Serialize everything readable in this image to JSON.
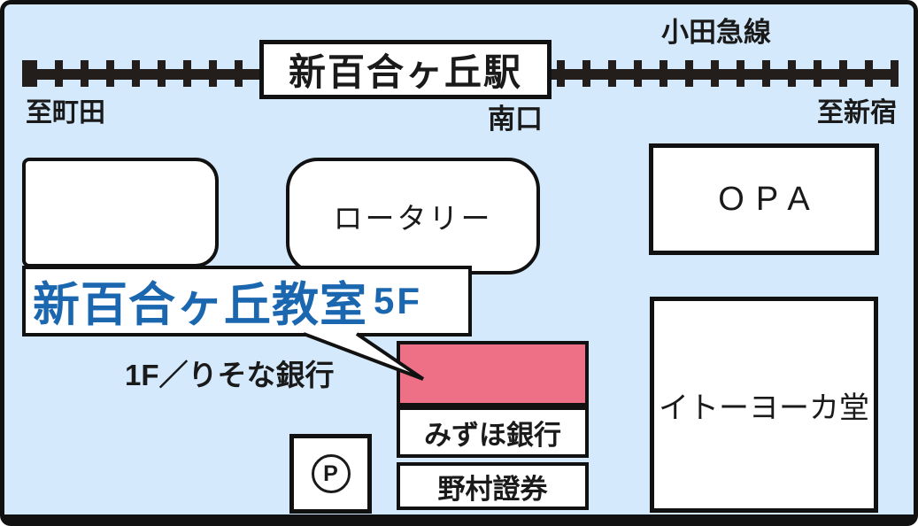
{
  "colors": {
    "background": "#d4e9fb",
    "frame": "#111111",
    "rail": "#231e1c",
    "building_fill": "#ffffff",
    "target_pink": "#ed7086",
    "title_blue": "#1a67b0",
    "text": "#1a1a1a"
  },
  "railway": {
    "line_label": "小田急線",
    "left_direction": "至町田",
    "right_direction": "至新宿"
  },
  "station": {
    "name": "新百合ヶ丘駅",
    "exit_label": "南口"
  },
  "destination": {
    "name": "新百合ヶ丘教室",
    "floor": "5F",
    "ground_floor_note": "1F／りそな銀行"
  },
  "buildings": {
    "rotary": "ロータリー",
    "opa": "OPA",
    "ito_yokado": "イトーヨーカ堂",
    "mizuho": "みずほ銀行",
    "nomura": "野村證券",
    "parking_symbol": "P"
  }
}
